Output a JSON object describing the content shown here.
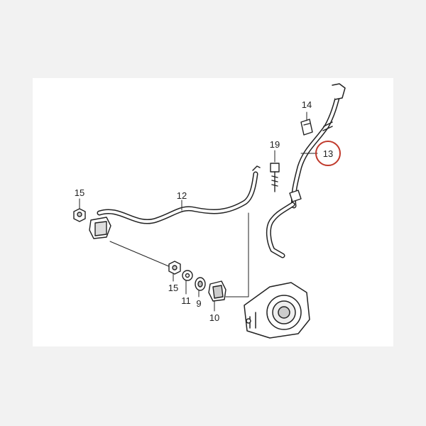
{
  "diagram": {
    "callouts": {
      "c15a": "15",
      "c12": "12",
      "c15b": "15",
      "c11": "11",
      "c9": "9",
      "c10": "10",
      "c19": "19",
      "c14": "14",
      "c13": "13"
    },
    "highlight": {
      "part": "13",
      "color": "#c0392b"
    },
    "colors": {
      "ink": "#222222",
      "background": "#ffffff",
      "frame": "#f2f2f2"
    }
  }
}
